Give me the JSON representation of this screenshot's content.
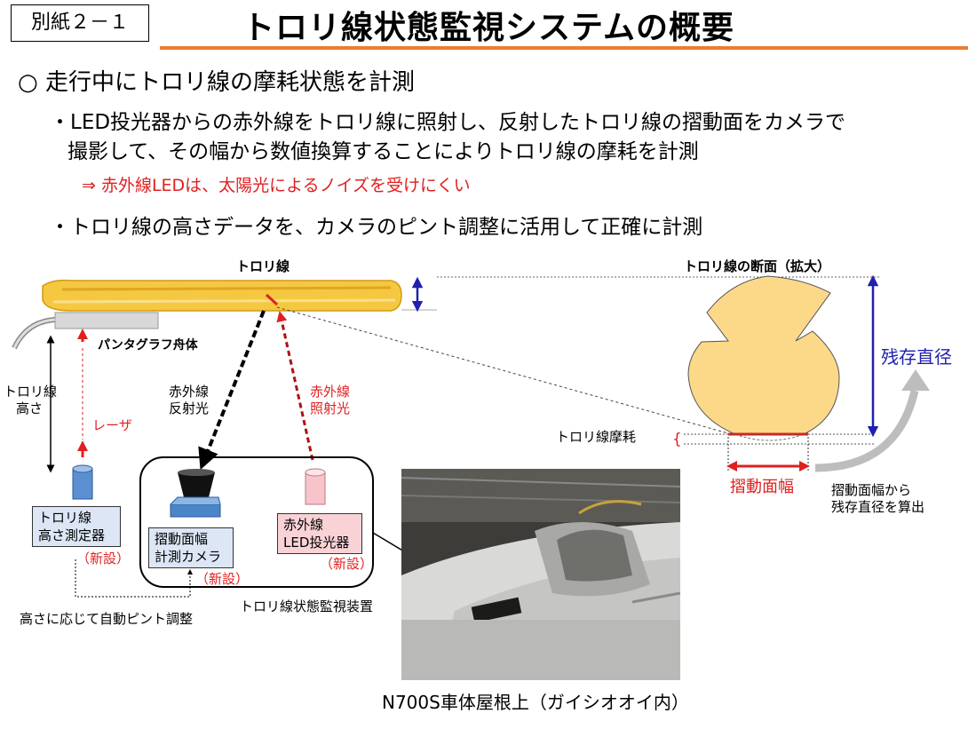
{
  "header": {
    "tag": "別紙２－１",
    "title": "トロリ線状態監視システムの概要"
  },
  "bullets": {
    "main": "○ 走行中にトロリ線の摩耗状態を計測",
    "sub1_line1": "・LED投光器からの赤外線をトロリ線に照射し、反射したトロリ線の摺動面をカメラで",
    "sub1_line2": "撮影して、その幅から数値換算することによりトロリ線の摩耗を計測",
    "note": "⇒ 赤外線LEDは、太陽光によるノイズを受けにくい",
    "sub2": "・トロリ線の高さデータを、カメラのピント調整に活用して正確に計測"
  },
  "diagram": {
    "trolley_wire": "トロリ線",
    "pantograph": "パンタグラフ舟体",
    "height_label_1": "トロリ線",
    "height_label_2": "高さ",
    "laser": "レーザ",
    "reflect_1": "赤外線",
    "reflect_2": "反射光",
    "irradiate_1": "赤外線",
    "irradiate_2": "照射光",
    "height_meter_1": "トロリ線",
    "height_meter_2": "高さ測定器",
    "camera_1": "摺動面幅",
    "camera_2": "計測カメラ",
    "led_1": "赤外線",
    "led_2": "LED投光器",
    "new1": "（新設）",
    "new2": "（新設）",
    "new3": "（新設）",
    "device": "トロリ線状態監視装置",
    "autofocus": "高さに応じて自動ピント調整",
    "section_title": "トロリ線の断面（拡大）",
    "residual": "残存直径",
    "wear": "トロリ線摩耗",
    "slide_width": "摺動面幅",
    "calc_1": "摺動面幅から",
    "calc_2": "残存直径を算出",
    "photo_caption": "N700S車体屋根上（ガイシオオイ内）"
  },
  "colors": {
    "accent": "#ec7c30",
    "red": "#e02020",
    "blue": "#1f1fb0",
    "wire": "#f5c842",
    "section": "#fcd989"
  }
}
